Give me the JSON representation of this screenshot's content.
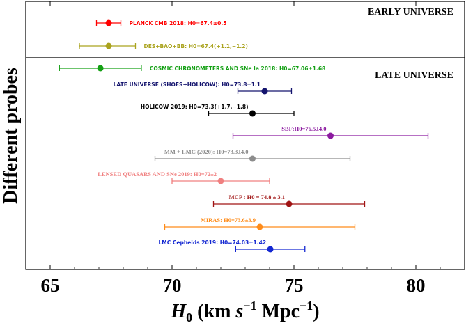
{
  "chart_data": {
    "type": "scatter",
    "xlabel_parts": {
      "h": "H",
      "sub": "0",
      "mid1": " (km ",
      "s": "s",
      "sup1": "−1",
      "mid2": " Mpc",
      "sup2": "−1",
      "end": ")"
    },
    "ylabel": "Different probes",
    "xlim": [
      64.0,
      82.0
    ],
    "xticks": [
      65,
      70,
      75,
      80
    ],
    "xtick_labels": [
      "65",
      "70",
      "75",
      "80"
    ],
    "sections": [
      {
        "name": "early",
        "label": "EARLY UNIVERSE"
      },
      {
        "name": "late",
        "label": "LATE UNIVERSE"
      }
    ],
    "series": [
      {
        "label": "PLANCK CMB 2018: H0=67.4±0.5",
        "value": 67.4,
        "err_minus": 0.5,
        "err_plus": 0.5,
        "color": "#ff0000",
        "style": "sans",
        "label_side": "right"
      },
      {
        "label": "DES+BAO+BB: H0=67.4(+1.1,−1.2)",
        "value": 67.4,
        "err_minus": 1.2,
        "err_plus": 1.1,
        "color": "#aaa31e",
        "style": "sans",
        "label_side": "right"
      },
      {
        "label": "COSMIC CHRONOMETERS AND SNe Ia 2018: H0=67.06±1.68",
        "value": 67.06,
        "err_minus": 1.68,
        "err_plus": 1.68,
        "color": "#14a014",
        "style": "sans",
        "label_side": "right"
      },
      {
        "label": "LATE UNIVERSE (SHOES+HOLICOW): H0=73.8±1.1",
        "value": 73.8,
        "err_minus": 1.1,
        "err_plus": 1.1,
        "color": "#14146e",
        "style": "sans",
        "label_side": "left"
      },
      {
        "label": "HOLICOW 2019: H0=73.3(+1.7,−1.8)",
        "value": 73.3,
        "err_minus": 1.8,
        "err_plus": 1.7,
        "color": "#000000",
        "style": "sans",
        "label_side": "left"
      },
      {
        "label": "SBF:H0=76.5±4.0",
        "value": 76.5,
        "err_minus": 4.0,
        "err_plus": 4.0,
        "color": "#8c1aa0",
        "style": "serif",
        "label_side": "left"
      },
      {
        "label": "MM + LMC (2020): H0=73.3±4.0",
        "value": 73.3,
        "err_minus": 4.0,
        "err_plus": 4.0,
        "color": "#8c8c8c",
        "style": "serif",
        "label_side": "left"
      },
      {
        "label": "LENSED QUASARS AND SNe 2019: H0=72±2",
        "value": 72.0,
        "err_minus": 2.0,
        "err_plus": 2.0,
        "color": "#f08080",
        "style": "serif",
        "label_side": "left"
      },
      {
        "label": "MCP : H0 = 74.8 ± 3.1",
        "value": 74.8,
        "err_minus": 3.1,
        "err_plus": 3.1,
        "color": "#a01414",
        "style": "serif",
        "label_side": "left"
      },
      {
        "label": "MIRAS: H0=73.6±3.9",
        "value": 73.6,
        "err_minus": 3.9,
        "err_plus": 3.9,
        "color": "#ff8c1a",
        "style": "serif",
        "label_side": "left"
      },
      {
        "label": "LMC Cepheids 2019: H0=74.03±1.42",
        "value": 74.03,
        "err_minus": 1.42,
        "err_plus": 1.42,
        "color": "#1428d2",
        "style": "sans",
        "label_side": "left"
      }
    ]
  }
}
